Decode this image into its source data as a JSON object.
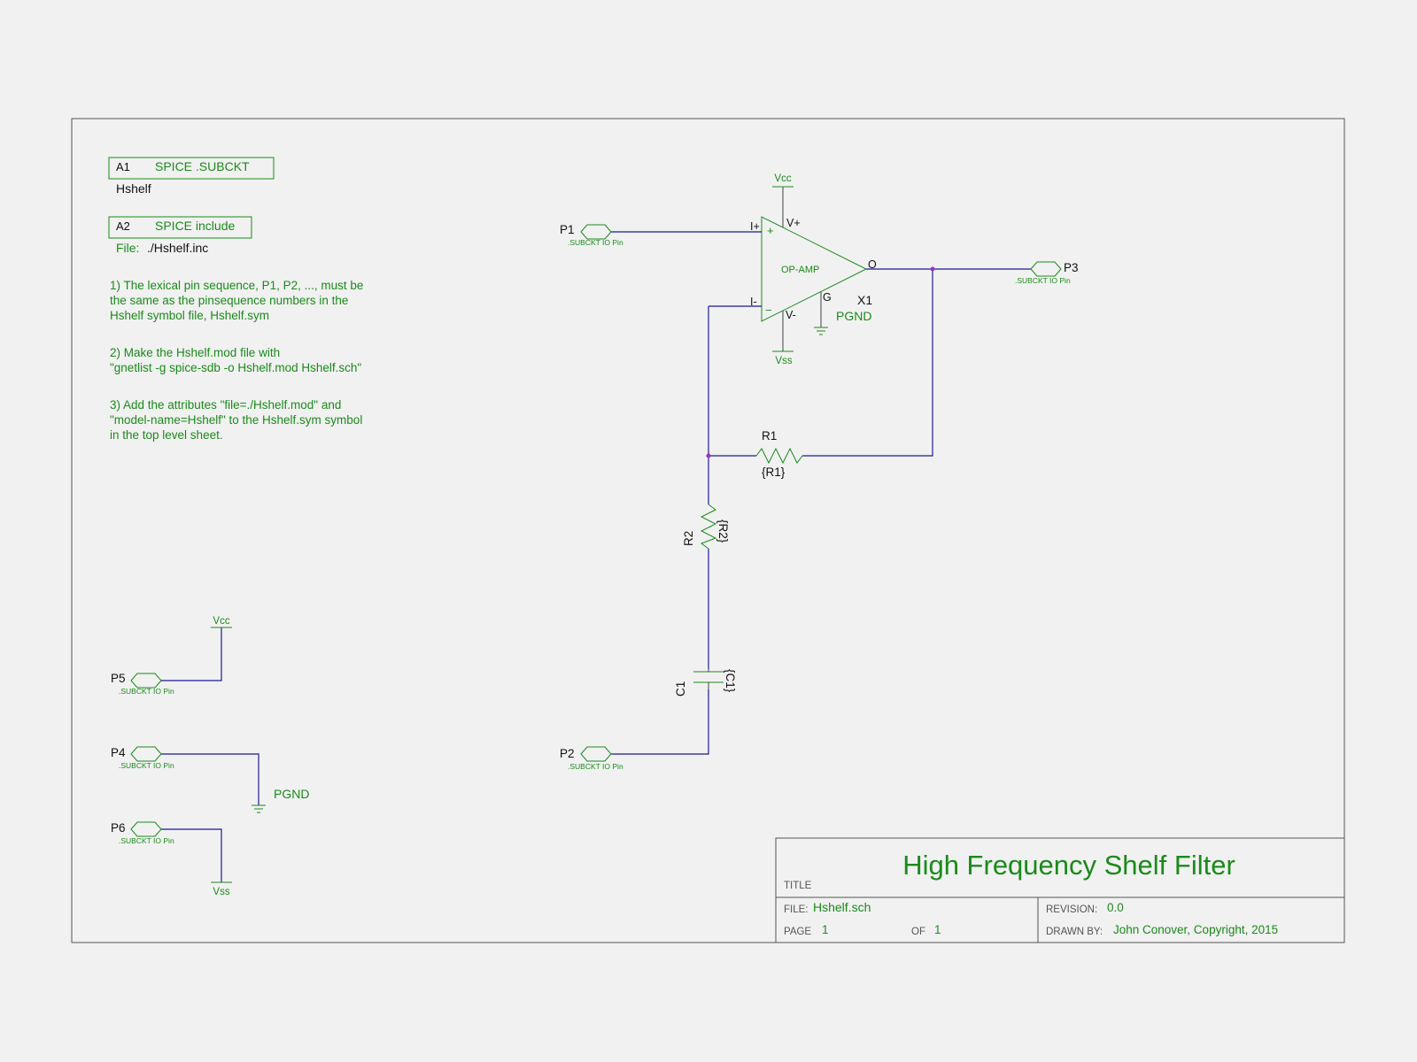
{
  "attributes": {
    "a1": {
      "ref": "A1",
      "label": "SPICE .SUBCKT",
      "value": "Hshelf"
    },
    "a2": {
      "ref": "A2",
      "label": "SPICE include",
      "file_label": "File:",
      "file_value": "./Hshelf.inc"
    }
  },
  "notes": [
    "1) The lexical pin sequence, P1, P2, ..., must be",
    "the same as the pinsequence numbers in the",
    "Hshelf symbol file, Hshelf.sym",
    "2) Make the Hshelf.mod file with",
    "\"gnetlist -g spice-sdb  -o Hshelf.mod Hshelf.sch\"",
    "3) Add the attributes \"file=./Hshelf.mod\" and",
    "\"model-name=Hshelf\" to the Hshelf.sym symbol",
    "in the top level sheet."
  ],
  "pin_caption": ".SUBCKT IO Pin",
  "pins": {
    "p1": "P1",
    "p2": "P2",
    "p3": "P3",
    "p4": "P4",
    "p5": "P5",
    "p6": "P6"
  },
  "nets": {
    "vcc": "Vcc",
    "vss": "Vss",
    "pgnd": "PGND"
  },
  "opamp": {
    "ref": "X1",
    "label": "OP-AMP",
    "pin_in_plus": "I+",
    "pin_in_minus": "I-",
    "pin_vplus": "V+",
    "pin_vminus": "V-",
    "pin_out": "O",
    "pin_g": "G",
    "plus_sign": "+",
    "minus_sign": "−",
    "ground_net": "PGND"
  },
  "components": {
    "r1": {
      "ref": "R1",
      "value": "{R1}"
    },
    "r2": {
      "ref": "R2",
      "value": "{R2}"
    },
    "c1": {
      "ref": "C1",
      "value": "{C1}"
    }
  },
  "title_block": {
    "title_label": "TITLE",
    "title": "High Frequency Shelf Filter",
    "file_label": "FILE:",
    "file": "Hshelf.sch",
    "page_label": "PAGE",
    "page": "1",
    "of_label": "OF",
    "of": "1",
    "revision_label": "REVISION:",
    "revision": "0.0",
    "drawn_by_label": "DRAWN BY:",
    "drawn_by": "John Conover, Copyright, 2015"
  },
  "colors": {
    "ink": "#1a8a1a",
    "wire": "#1a1a99",
    "junction": "#9b30c9",
    "background": "#f1f1f1"
  }
}
